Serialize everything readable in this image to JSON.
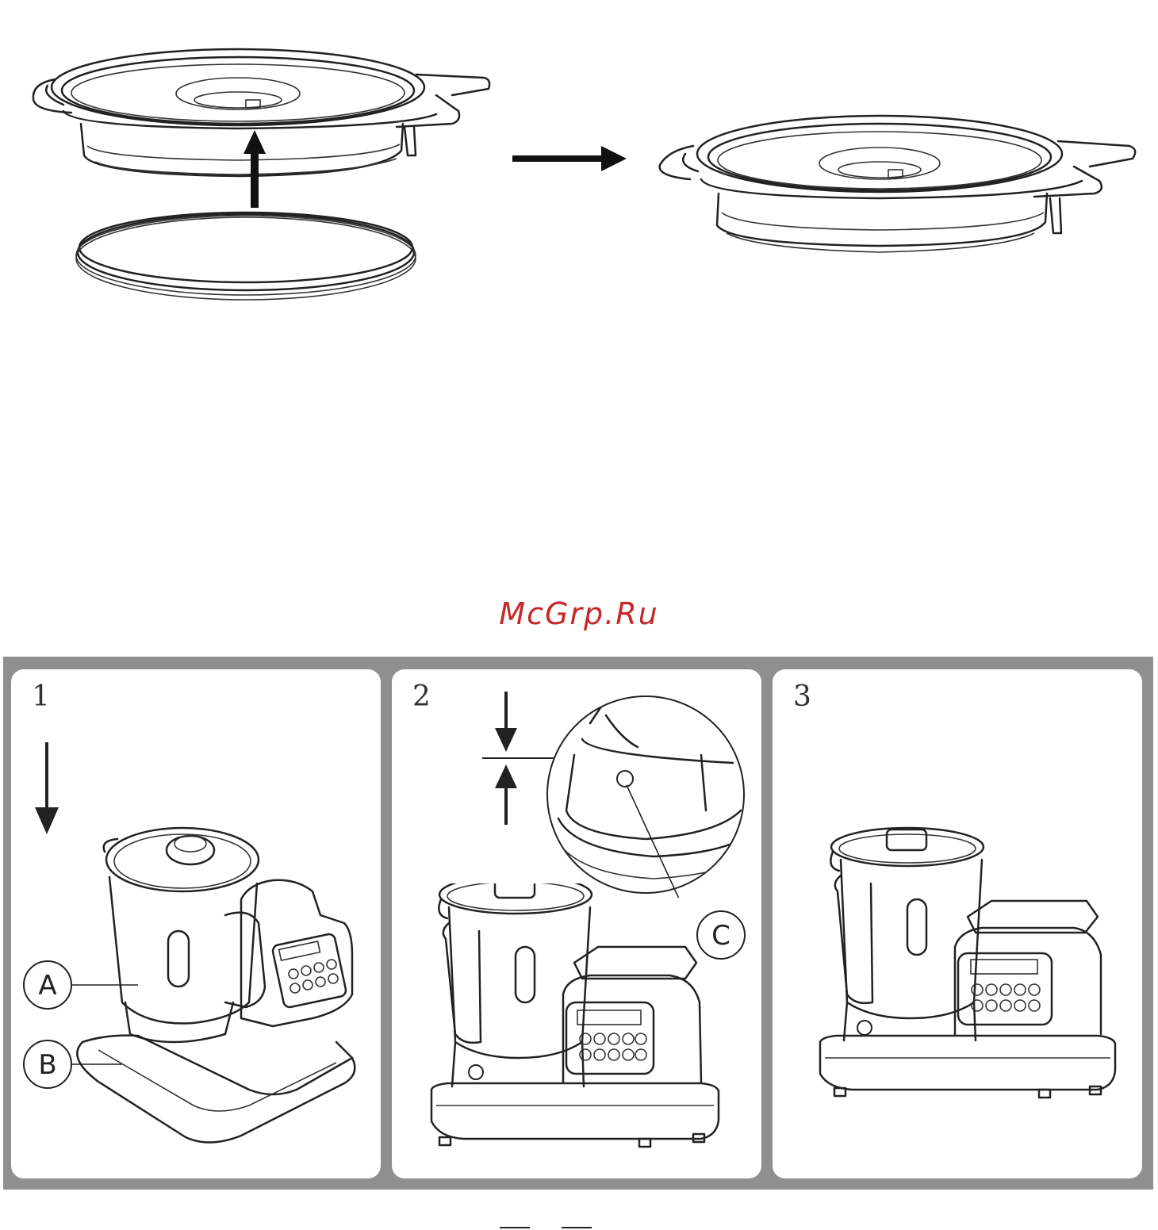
{
  "watermark": "McGrp.Ru",
  "panels": [
    {
      "number": "1",
      "labels": [
        "A",
        "B"
      ]
    },
    {
      "number": "2",
      "labels": [
        "C"
      ]
    },
    {
      "number": "3",
      "labels": []
    }
  ],
  "icons": [
    "arrow-up-icon",
    "arrow-right-icon",
    "arrow-down-icon"
  ]
}
